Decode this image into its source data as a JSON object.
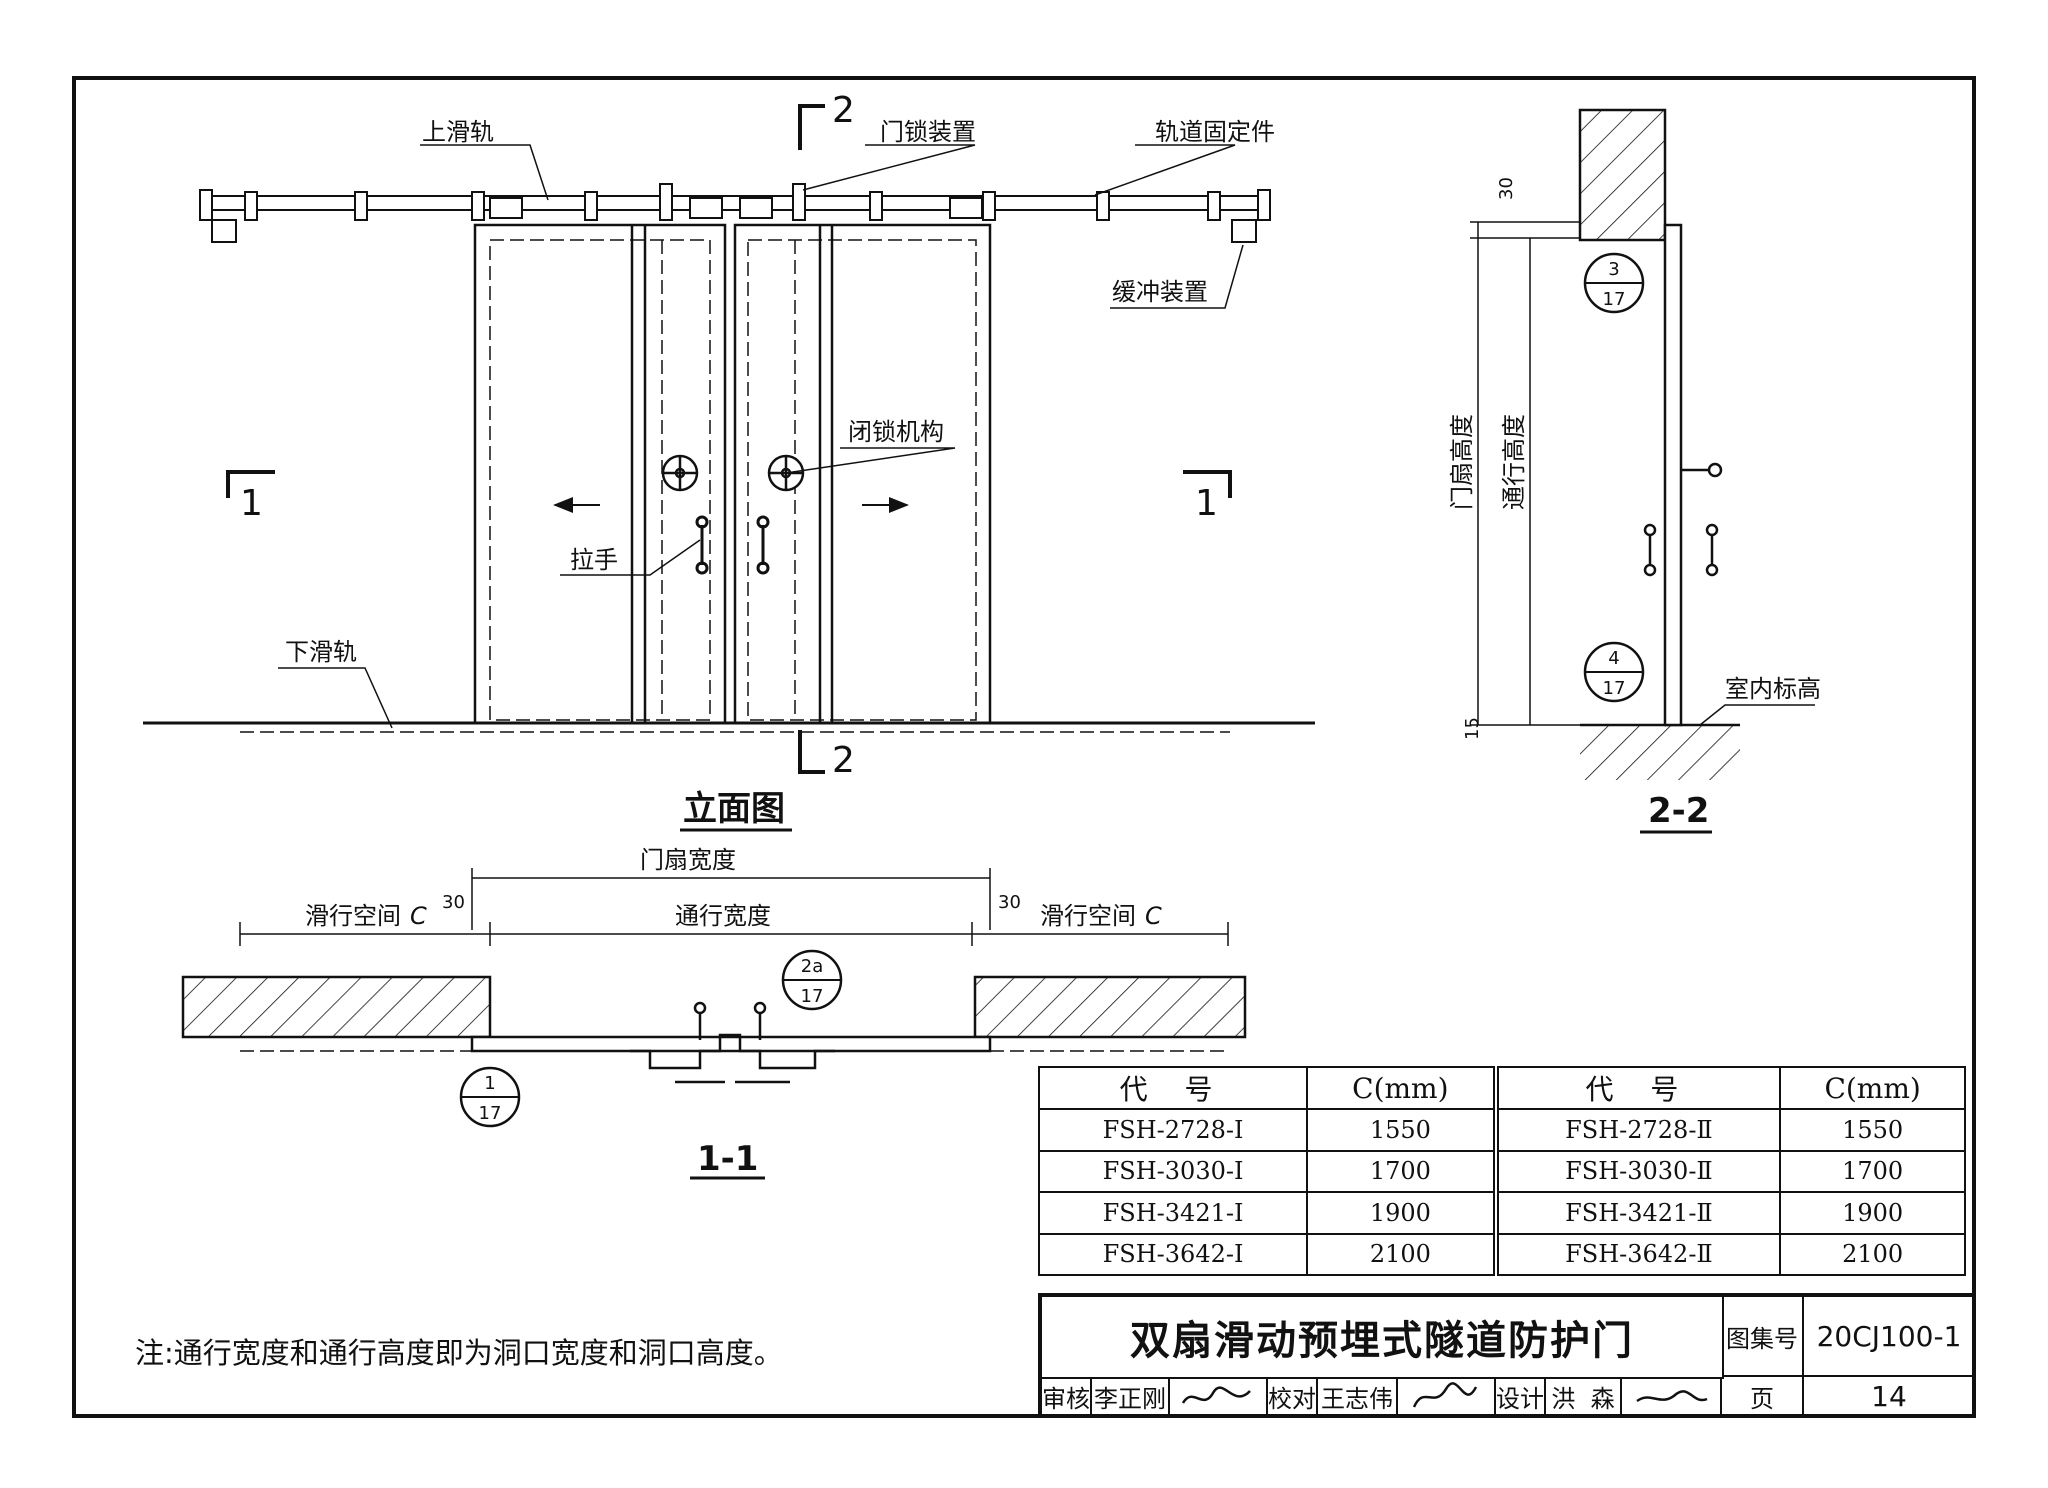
{
  "elevation": {
    "title": "立面图",
    "labels": {
      "upper_rail": "上滑轨",
      "lock_device": "门锁装置",
      "rail_fixture": "轨道固定件",
      "buffer": "缓冲装置",
      "lock_mechanism": "闭锁机构",
      "handle": "拉手",
      "lower_rail": "下滑轨"
    },
    "section_marks": {
      "left": "1",
      "right": "1",
      "top": "2",
      "bottom": "2"
    }
  },
  "section_1_1": {
    "title": "1-1",
    "dims": {
      "leaf_width": "门扇宽度",
      "pass_width": "通行宽度",
      "slide_space_left": "滑行空间",
      "slide_space_right": "滑行空间",
      "c": "C",
      "gap_left": "30",
      "gap_right": "30"
    },
    "details": [
      {
        "top": "2a",
        "bottom": "17"
      },
      {
        "top": "1",
        "bottom": "17"
      }
    ]
  },
  "section_2_2": {
    "title": "2-2",
    "dims": {
      "leaf_height": "门扇高度",
      "pass_height": "通行高度",
      "top_gap": "30",
      "bottom_gap": "15"
    },
    "floor_label": "室内标高",
    "details": [
      {
        "top": "3",
        "bottom": "17"
      },
      {
        "top": "4",
        "bottom": "17"
      }
    ]
  },
  "table": {
    "headers": [
      "代 号",
      "C(mm)",
      "代 号",
      "C(mm)"
    ],
    "rows": [
      [
        "FSH-2728-Ⅰ",
        "1550",
        "FSH-2728-Ⅱ",
        "1550"
      ],
      [
        "FSH-3030-Ⅰ",
        "1700",
        "FSH-3030-Ⅱ",
        "1700"
      ],
      [
        "FSH-3421-Ⅰ",
        "1900",
        "FSH-3421-Ⅱ",
        "1900"
      ],
      [
        "FSH-3642-Ⅰ",
        "2100",
        "FSH-3642-Ⅱ",
        "2100"
      ]
    ]
  },
  "note": "注:通行宽度和通行高度即为洞口宽度和洞口高度。",
  "title_block": {
    "title": "双扇滑动预埋式隧道防护门",
    "atlas_label": "图集号",
    "atlas_no": "20CJ100-1",
    "review_label": "审核",
    "reviewer": "李正刚",
    "check_label": "校对",
    "checker": "王志伟",
    "design_label": "设计",
    "designer": "洪  森",
    "page_label": "页",
    "page_no": "14"
  }
}
